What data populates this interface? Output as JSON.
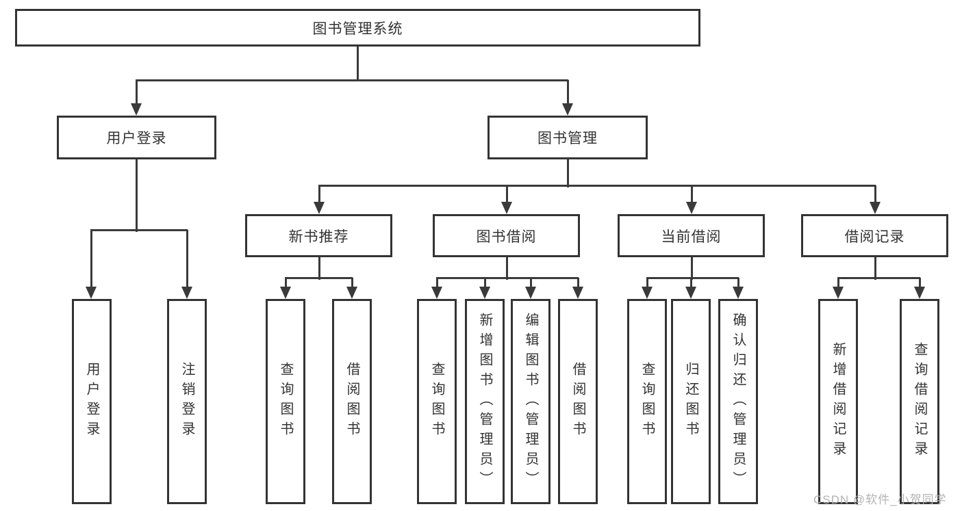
{
  "diagram": {
    "type": "hierarchy-tree",
    "root": {
      "label": "图书管理系统",
      "children": [
        {
          "label": "用户登录",
          "children": [
            {
              "label": "用户登录"
            },
            {
              "label": "注销登录"
            }
          ]
        },
        {
          "label": "图书管理",
          "children": [
            {
              "label": "新书推荐",
              "children": [
                {
                  "label": "查询图书"
                },
                {
                  "label": "借阅图书"
                }
              ]
            },
            {
              "label": "图书借阅",
              "children": [
                {
                  "label": "查询图书"
                },
                {
                  "label": "新增图书（管理员）"
                },
                {
                  "label": "编辑图书（管理员）"
                },
                {
                  "label": "借阅图书"
                }
              ]
            },
            {
              "label": "当前借阅",
              "children": [
                {
                  "label": "查询图书"
                },
                {
                  "label": "归还图书"
                },
                {
                  "label": "确认归还（管理员）"
                }
              ]
            },
            {
              "label": "借阅记录",
              "children": [
                {
                  "label": "新增借阅记录"
                },
                {
                  "label": "查询借阅记录"
                }
              ]
            }
          ]
        }
      ]
    },
    "watermark": "CSDN @软件_小贺同学",
    "colors": {
      "line": "#3a3a3a",
      "border": "#333333",
      "text": "#333333",
      "box_background": "#ffffff",
      "watermark": "#b3b3b3",
      "page_background": "#ffffff"
    }
  }
}
